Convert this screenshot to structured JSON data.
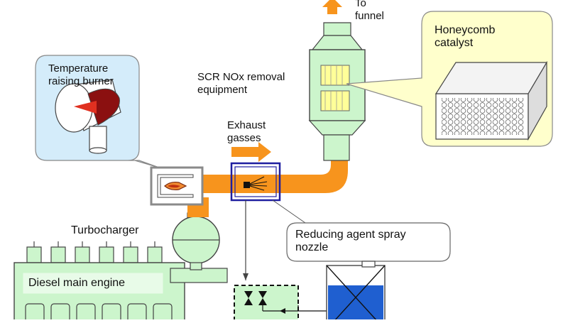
{
  "labels": {
    "to_funnel": [
      "To",
      "funnel"
    ],
    "honeycomb": [
      "Honeycomb",
      "catalyst"
    ],
    "burner": [
      "Temperature",
      "raising burner"
    ],
    "scr": [
      "SCR NOx removal",
      "equipment"
    ],
    "exhaust": [
      "Exhaust",
      "gasses"
    ],
    "turbocharger": "Turbocharger",
    "spray_nozzle": [
      "Reducing agent spray",
      "nozzle"
    ],
    "engine": "Diesel main engine"
  },
  "colors": {
    "pipe": "#f7941d",
    "component_fill": "#ccf5cc",
    "component_stroke": "#444444",
    "callout_fill_blue": "#d4ecfa",
    "callout_fill_yellow": "#ffffcc",
    "catalyst_yellow": "#ffff99",
    "burner_red": "#8b1010",
    "nozzle_box": "#1f1fa0",
    "tank_water": "#1f5fd0",
    "burner_box": "#8a8a8a"
  }
}
